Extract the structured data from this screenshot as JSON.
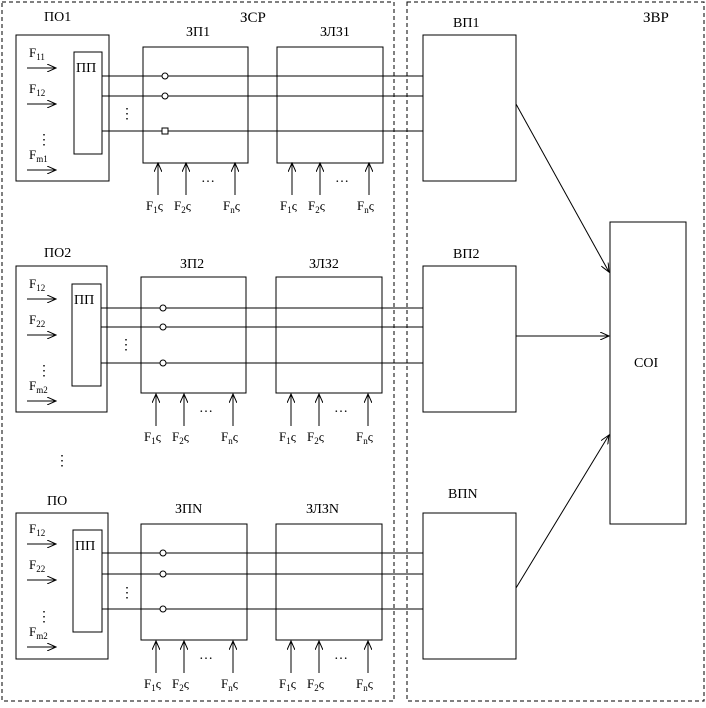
{
  "regions": {
    "left_title": "ЗСР",
    "right_title": "ЗВР"
  },
  "rows": [
    {
      "po_title": "ПО1",
      "pp_label": "ПП",
      "zp_title": "ЗП1",
      "zlz_title": "ЗЛЗ1",
      "vp_title": "ВП1",
      "inputs": [
        {
          "base": "F",
          "sub": "11"
        },
        {
          "base": "F",
          "sub": "12"
        },
        {
          "base": "F",
          "sub": "m1"
        }
      ],
      "bottom_zp": [
        {
          "base": "F",
          "sub": "1",
          "tail": "ς"
        },
        {
          "base": "F",
          "sub": "2",
          "tail": "ς"
        },
        {
          "base": "F",
          "sub": "n",
          "tail": "ς"
        }
      ],
      "bottom_zlz": [
        {
          "base": "F",
          "sub": "1",
          "tail": "ς"
        },
        {
          "base": "F",
          "sub": "2",
          "tail": "ς"
        },
        {
          "base": "F",
          "sub": "n",
          "tail": "ς"
        }
      ]
    },
    {
      "po_title": "ПО2",
      "pp_label": "ПП",
      "zp_title": "ЗП2",
      "zlz_title": "ЗЛЗ2",
      "vp_title": "ВП2",
      "inputs": [
        {
          "base": "F",
          "sub": "12"
        },
        {
          "base": "F",
          "sub": "22"
        },
        {
          "base": "F",
          "sub": "m2"
        }
      ],
      "bottom_zp": [
        {
          "base": "F",
          "sub": "1",
          "tail": "ς"
        },
        {
          "base": "F",
          "sub": "2",
          "tail": "ς"
        },
        {
          "base": "F",
          "sub": "n",
          "tail": "ς"
        }
      ],
      "bottom_zlz": [
        {
          "base": "F",
          "sub": "1",
          "tail": "ς"
        },
        {
          "base": "F",
          "sub": "2",
          "tail": "ς"
        },
        {
          "base": "F",
          "sub": "n",
          "tail": "ς"
        }
      ]
    },
    {
      "po_title": "ПО",
      "pp_label": "ПП",
      "zp_title": "ЗПN",
      "zlz_title": "ЗЛЗN",
      "vp_title": "ВПN",
      "inputs": [
        {
          "base": "F",
          "sub": "12"
        },
        {
          "base": "F",
          "sub": "22"
        },
        {
          "base": "F",
          "sub": "m2"
        }
      ],
      "bottom_zp": [
        {
          "base": "F",
          "sub": "1",
          "tail": "ς"
        },
        {
          "base": "F",
          "sub": "2",
          "tail": "ς"
        },
        {
          "base": "F",
          "sub": "n",
          "tail": "ς"
        }
      ],
      "bottom_zlz": [
        {
          "base": "F",
          "sub": "1",
          "tail": "ς"
        },
        {
          "base": "F",
          "sub": "2",
          "tail": "ς"
        },
        {
          "base": "F",
          "sub": "n",
          "tail": "ς"
        }
      ]
    }
  ],
  "coi_label": "СОІ",
  "ellipsis": {
    "horizontal": "…",
    "vertical": "⋮"
  }
}
